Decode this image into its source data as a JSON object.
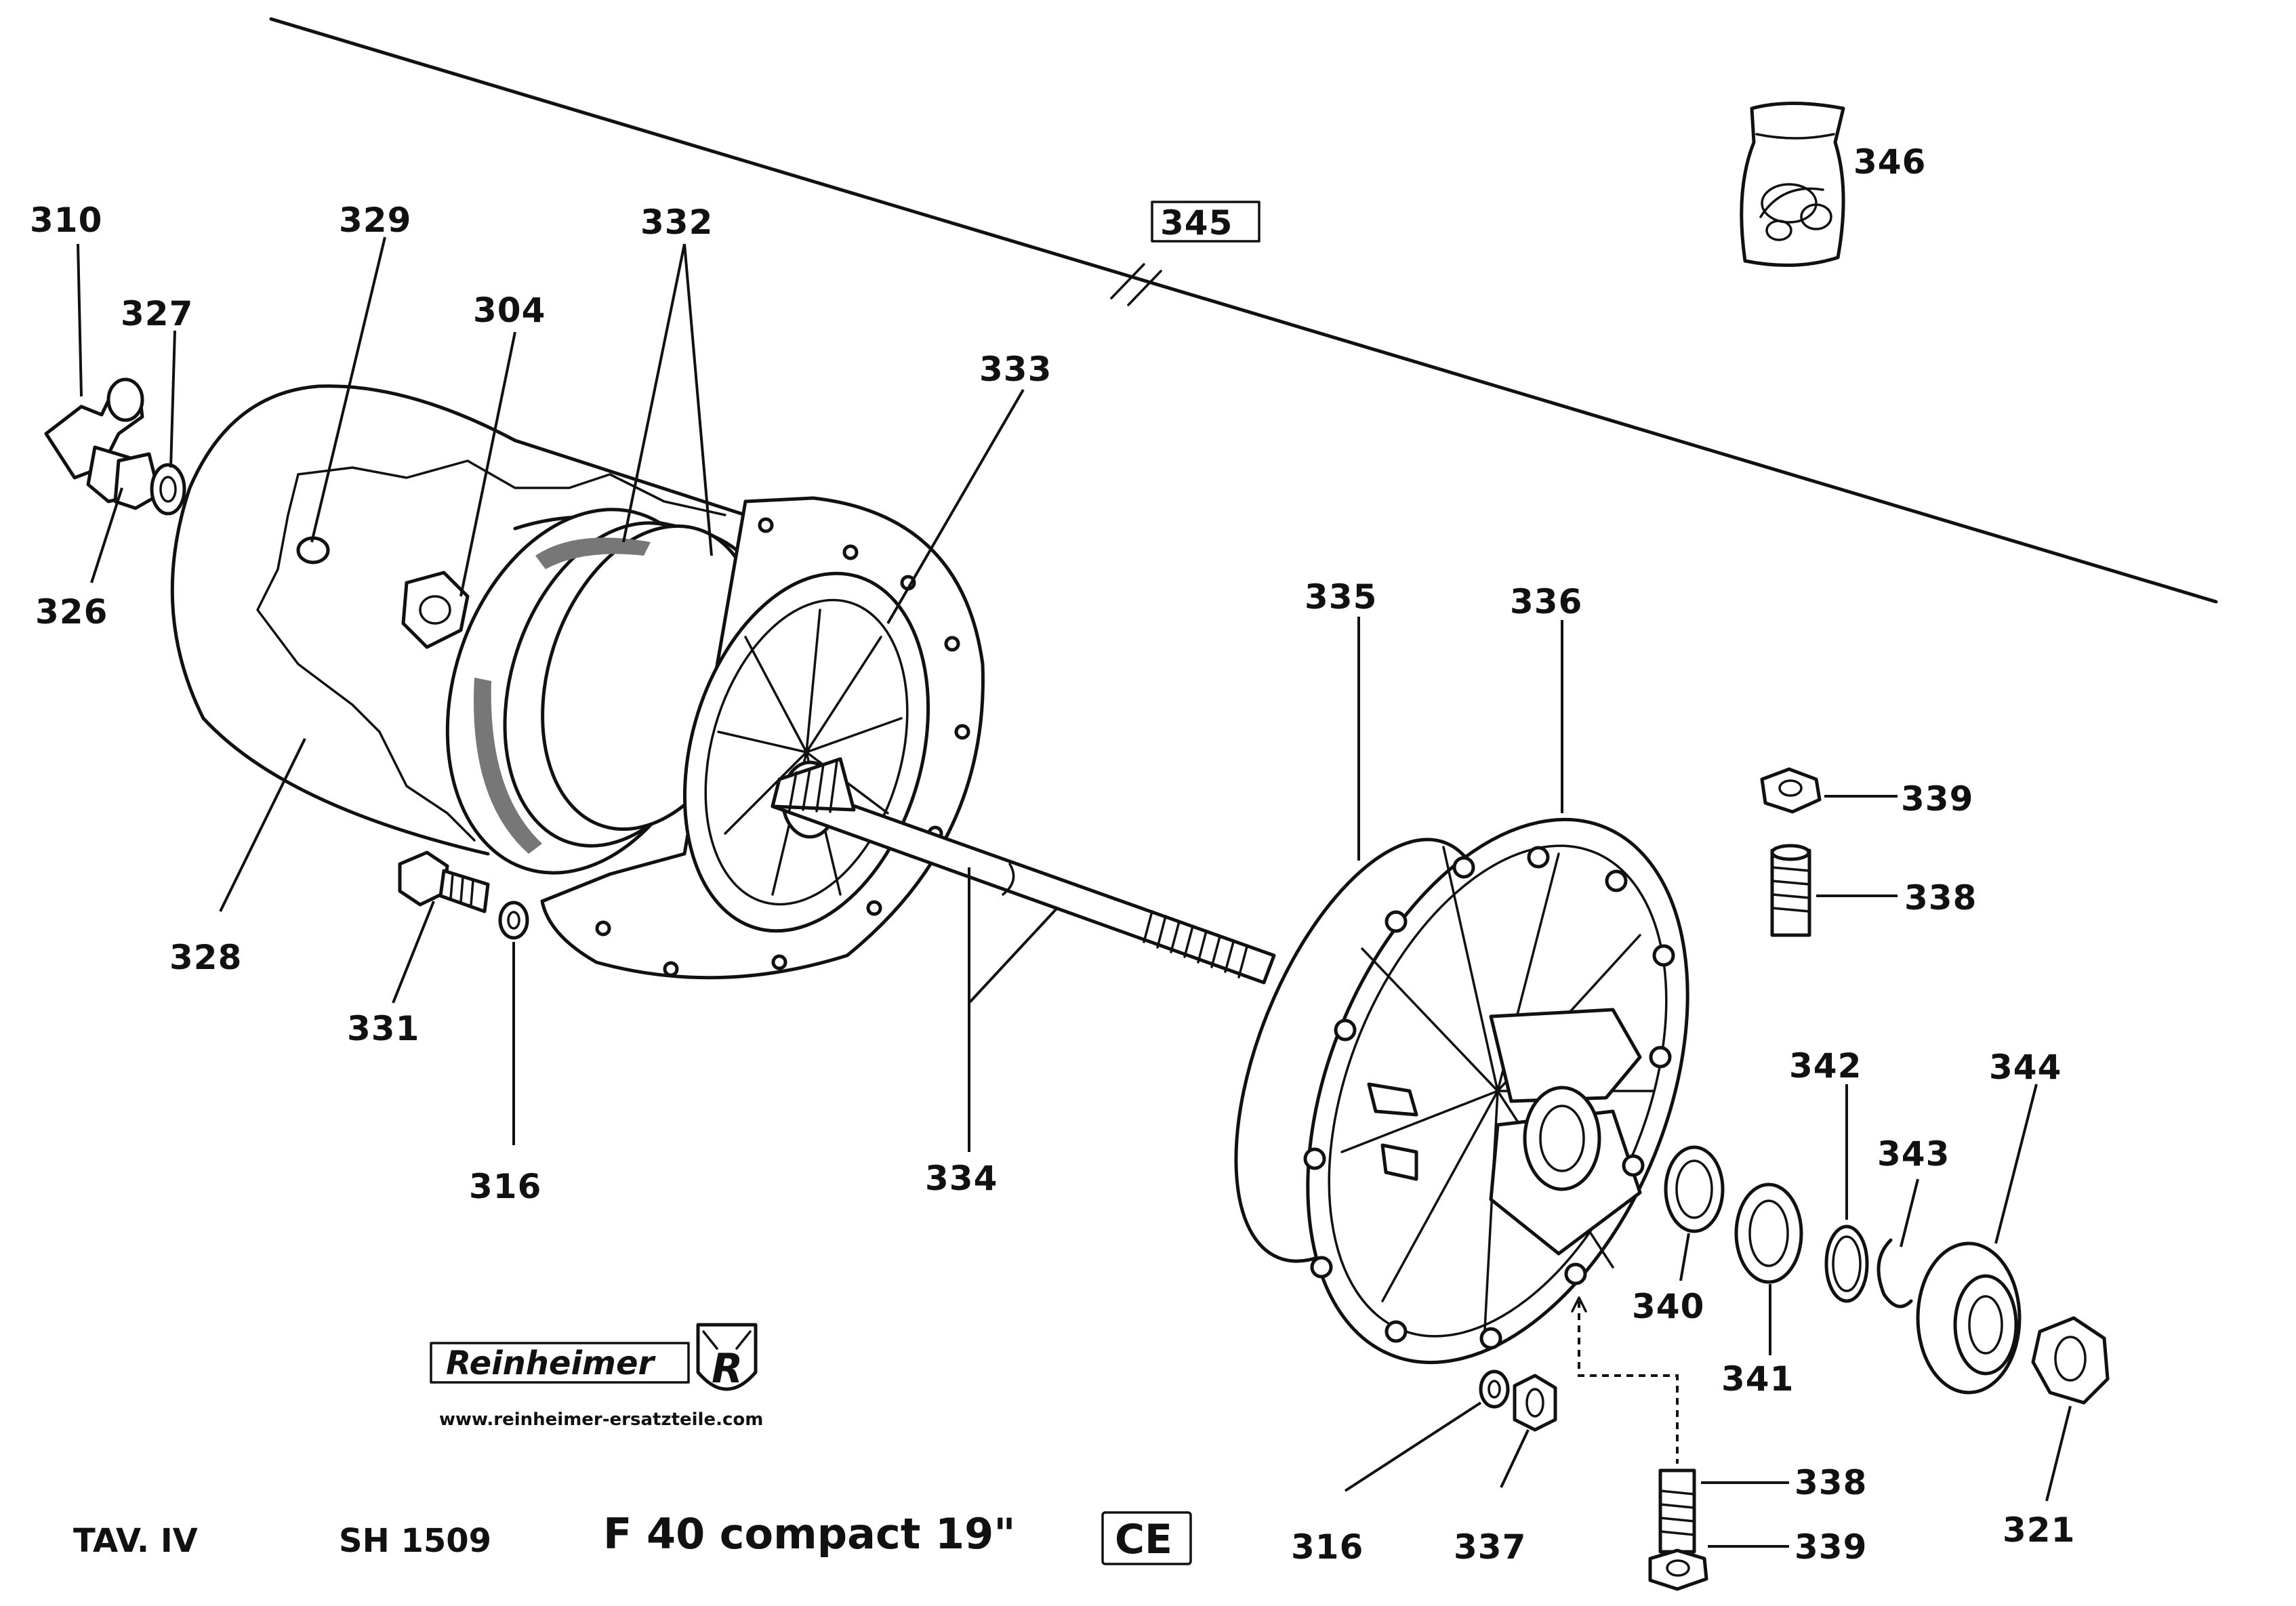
{
  "diagram": {
    "part_numbers": {
      "p310": "310",
      "p327": "327",
      "p326": "326",
      "p329": "329",
      "p332": "332",
      "p304": "304",
      "p333": "333",
      "p345": "345",
      "p346": "346",
      "p328": "328",
      "p331": "331",
      "p316a": "316",
      "p334": "334",
      "p335": "335",
      "p336": "336",
      "p339a": "339",
      "p338a": "338",
      "p342": "342",
      "p344": "344",
      "p343": "343",
      "p340": "340",
      "p341": "341",
      "p321": "321",
      "p316b": "316",
      "p337": "337",
      "p338b": "338",
      "p339b": "339"
    }
  },
  "logo": {
    "brand": "Reinheimer",
    "emblem_letter": "R",
    "url": "www.reinheimer-ersatzteile.com"
  },
  "footer": {
    "table": "TAV. IV",
    "code": "SH 1509",
    "model": "F 40 compact 19\"",
    "mark": "CE"
  }
}
